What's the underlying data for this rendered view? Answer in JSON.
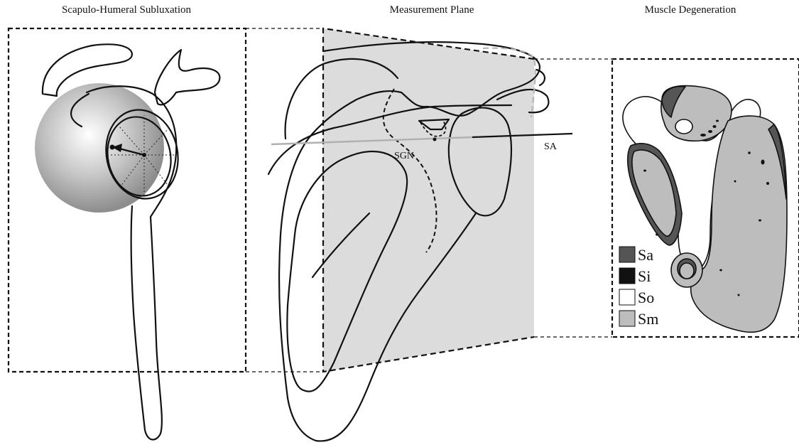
{
  "titles": {
    "left": "Scapulo-Humeral Subluxation",
    "middle": "Measurement Plane",
    "right": "Muscle Degeneration"
  },
  "labels": {
    "sgn": "SGN",
    "sa": "SA"
  },
  "legend": [
    {
      "label": "Sa",
      "color": "#555555"
    },
    {
      "label": "Si",
      "color": "#111111"
    },
    {
      "label": "So",
      "color": "#ffffff"
    },
    {
      "label": "Sm",
      "color": "#bdbdbd"
    }
  ],
  "colors": {
    "plane": "#dcdcdc",
    "line": "#111111",
    "sa_line": "#b0b0b0"
  }
}
